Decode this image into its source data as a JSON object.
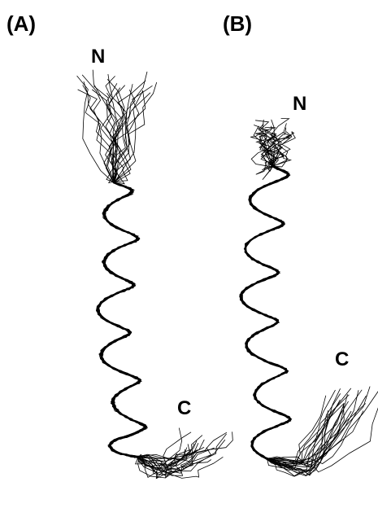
{
  "panels": [
    {
      "label": "(A)",
      "n_terminus": "N",
      "c_terminus": "C"
    },
    {
      "label": "(B)",
      "n_terminus": "N",
      "c_terminus": "C"
    }
  ],
  "style": {
    "trace_color": "#000000",
    "background": "#ffffff"
  }
}
